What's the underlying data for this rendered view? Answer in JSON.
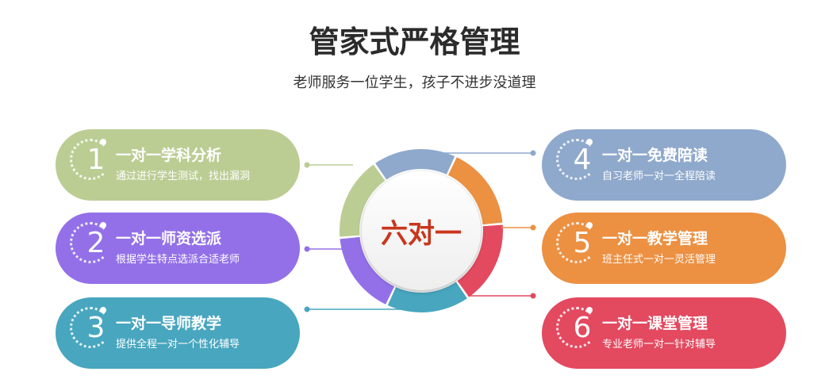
{
  "title": "管家式严格管理",
  "subtitle": "老师服务一位学生，孩子不进步没道理",
  "center_label": "六对一",
  "items": [
    {
      "num": "1",
      "heading": "一对一学科分析",
      "text": "通过进行学生测试，找出漏洞",
      "color": "#bccd94"
    },
    {
      "num": "2",
      "heading": "一对一师资选派",
      "text": "根据学生特点选派合适老师",
      "color": "#9370e8"
    },
    {
      "num": "3",
      "heading": "一对一导师教学",
      "text": "提供全程一对一个性化辅导",
      "color": "#48a6bf"
    },
    {
      "num": "4",
      "heading": "一对一免费陪读",
      "text": "自习老师一对一全程陪读",
      "color": "#8fa9cc"
    },
    {
      "num": "5",
      "heading": "一对一教学管理",
      "text": "班主任式一对一灵活管理",
      "color": "#ec9042"
    },
    {
      "num": "6",
      "heading": "一对一课堂管理",
      "text": "专业老师一对一针对辅导",
      "color": "#e3495f"
    }
  ]
}
